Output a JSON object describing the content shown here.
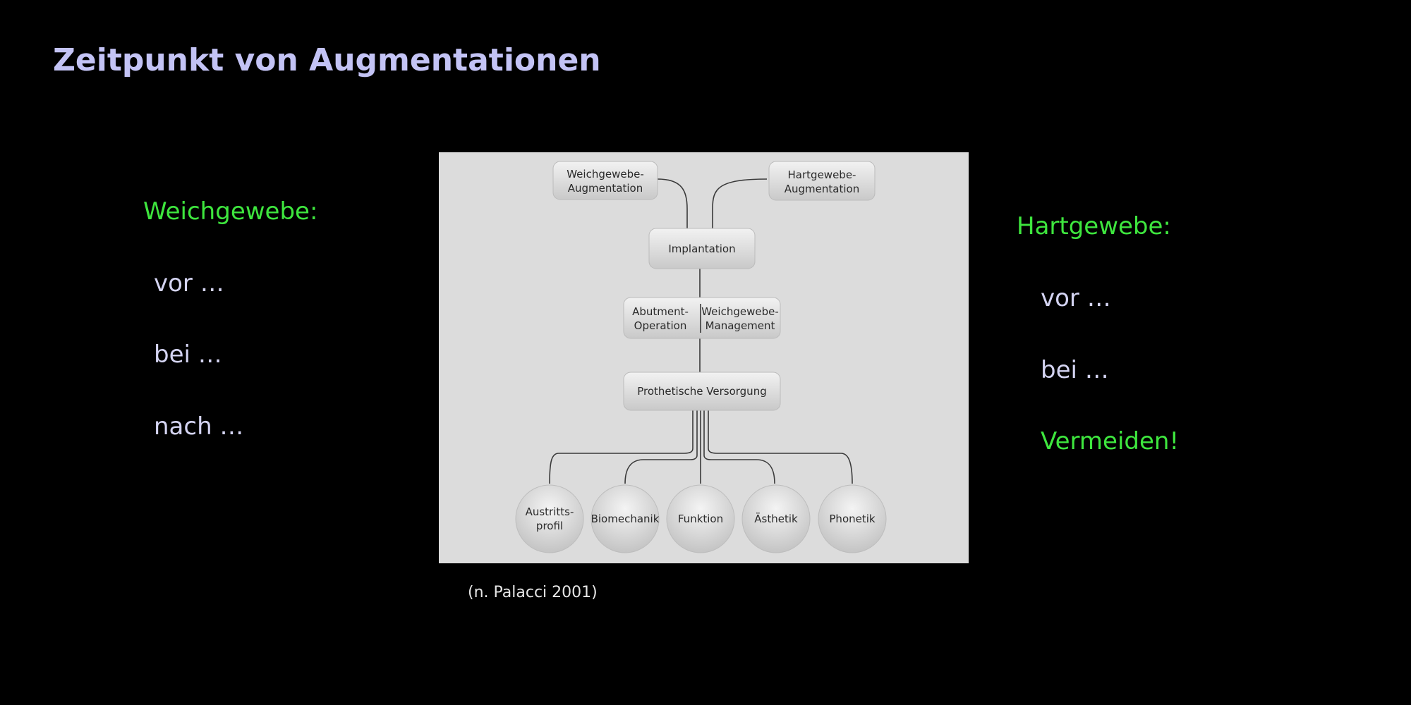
{
  "title": "Zeitpunkt von Augmentationen",
  "left_column": {
    "heading": "Weichgewebe:",
    "items": [
      "vor …",
      "bei …",
      "nach …"
    ]
  },
  "right_column": {
    "heading": "Hartgewebe:",
    "items": [
      "vor …",
      "bei …"
    ],
    "emphasis": "Vermeiden!"
  },
  "diagram": {
    "top_left_node": [
      "Weichgewebe-",
      "Augmentation"
    ],
    "top_right_node": [
      "Hartgewebe-",
      "Augmentation"
    ],
    "implantation": "Implantation",
    "abutment": [
      "Abutment-",
      "Operation"
    ],
    "soft_tissue_mgmt": [
      "Weichgewebe-",
      "Management"
    ],
    "prosthetic": "Prothetische Versorgung",
    "outcomes": {
      "austritt": [
        "Austritts-",
        "profil"
      ],
      "biomechanik": "Biomechanik",
      "funktion": "Funktion",
      "aesthetik": "Ästhetik",
      "phonetik": "Phonetik"
    }
  },
  "caption": "(n. Palacci 2001)"
}
